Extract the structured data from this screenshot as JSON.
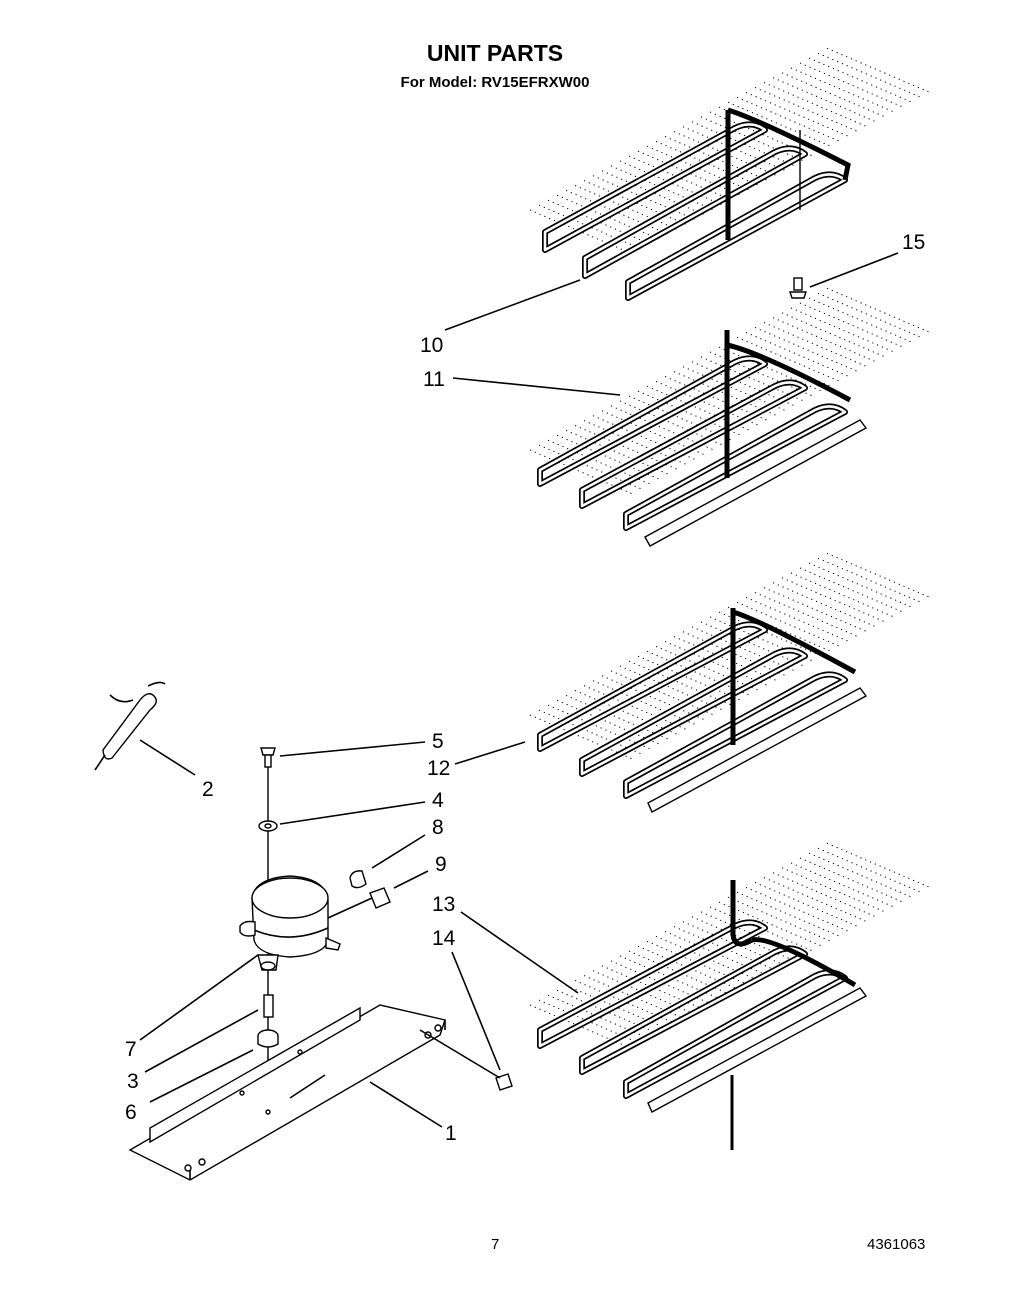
{
  "header": {
    "title": "UNIT PARTS",
    "subtitle": "For Model: RV15EFRXW00"
  },
  "footer": {
    "page_number": "7",
    "doc_number": "4361063"
  },
  "callouts": {
    "c1": "1",
    "c2": "2",
    "c3": "3",
    "c4": "4",
    "c5": "5",
    "c6": "6",
    "c7": "7",
    "c8": "8",
    "c9": "9",
    "c10": "10",
    "c11": "11",
    "c12": "12",
    "c13": "13",
    "c14": "14",
    "c15": "15"
  }
}
